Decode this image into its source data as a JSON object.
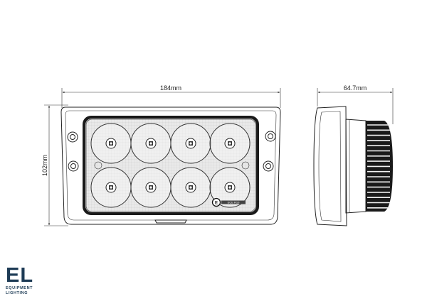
{
  "dimensions": {
    "width_label": "184mm",
    "height_label": "102mm",
    "depth_label": "64.7mm"
  },
  "product": {
    "led_count": 8,
    "badge_text": "ECE R10"
  },
  "brand": {
    "logo_letters": "EL",
    "line1": "EQUIPMENT",
    "line2": "LIGHTING",
    "color": "#1d3b55"
  }
}
